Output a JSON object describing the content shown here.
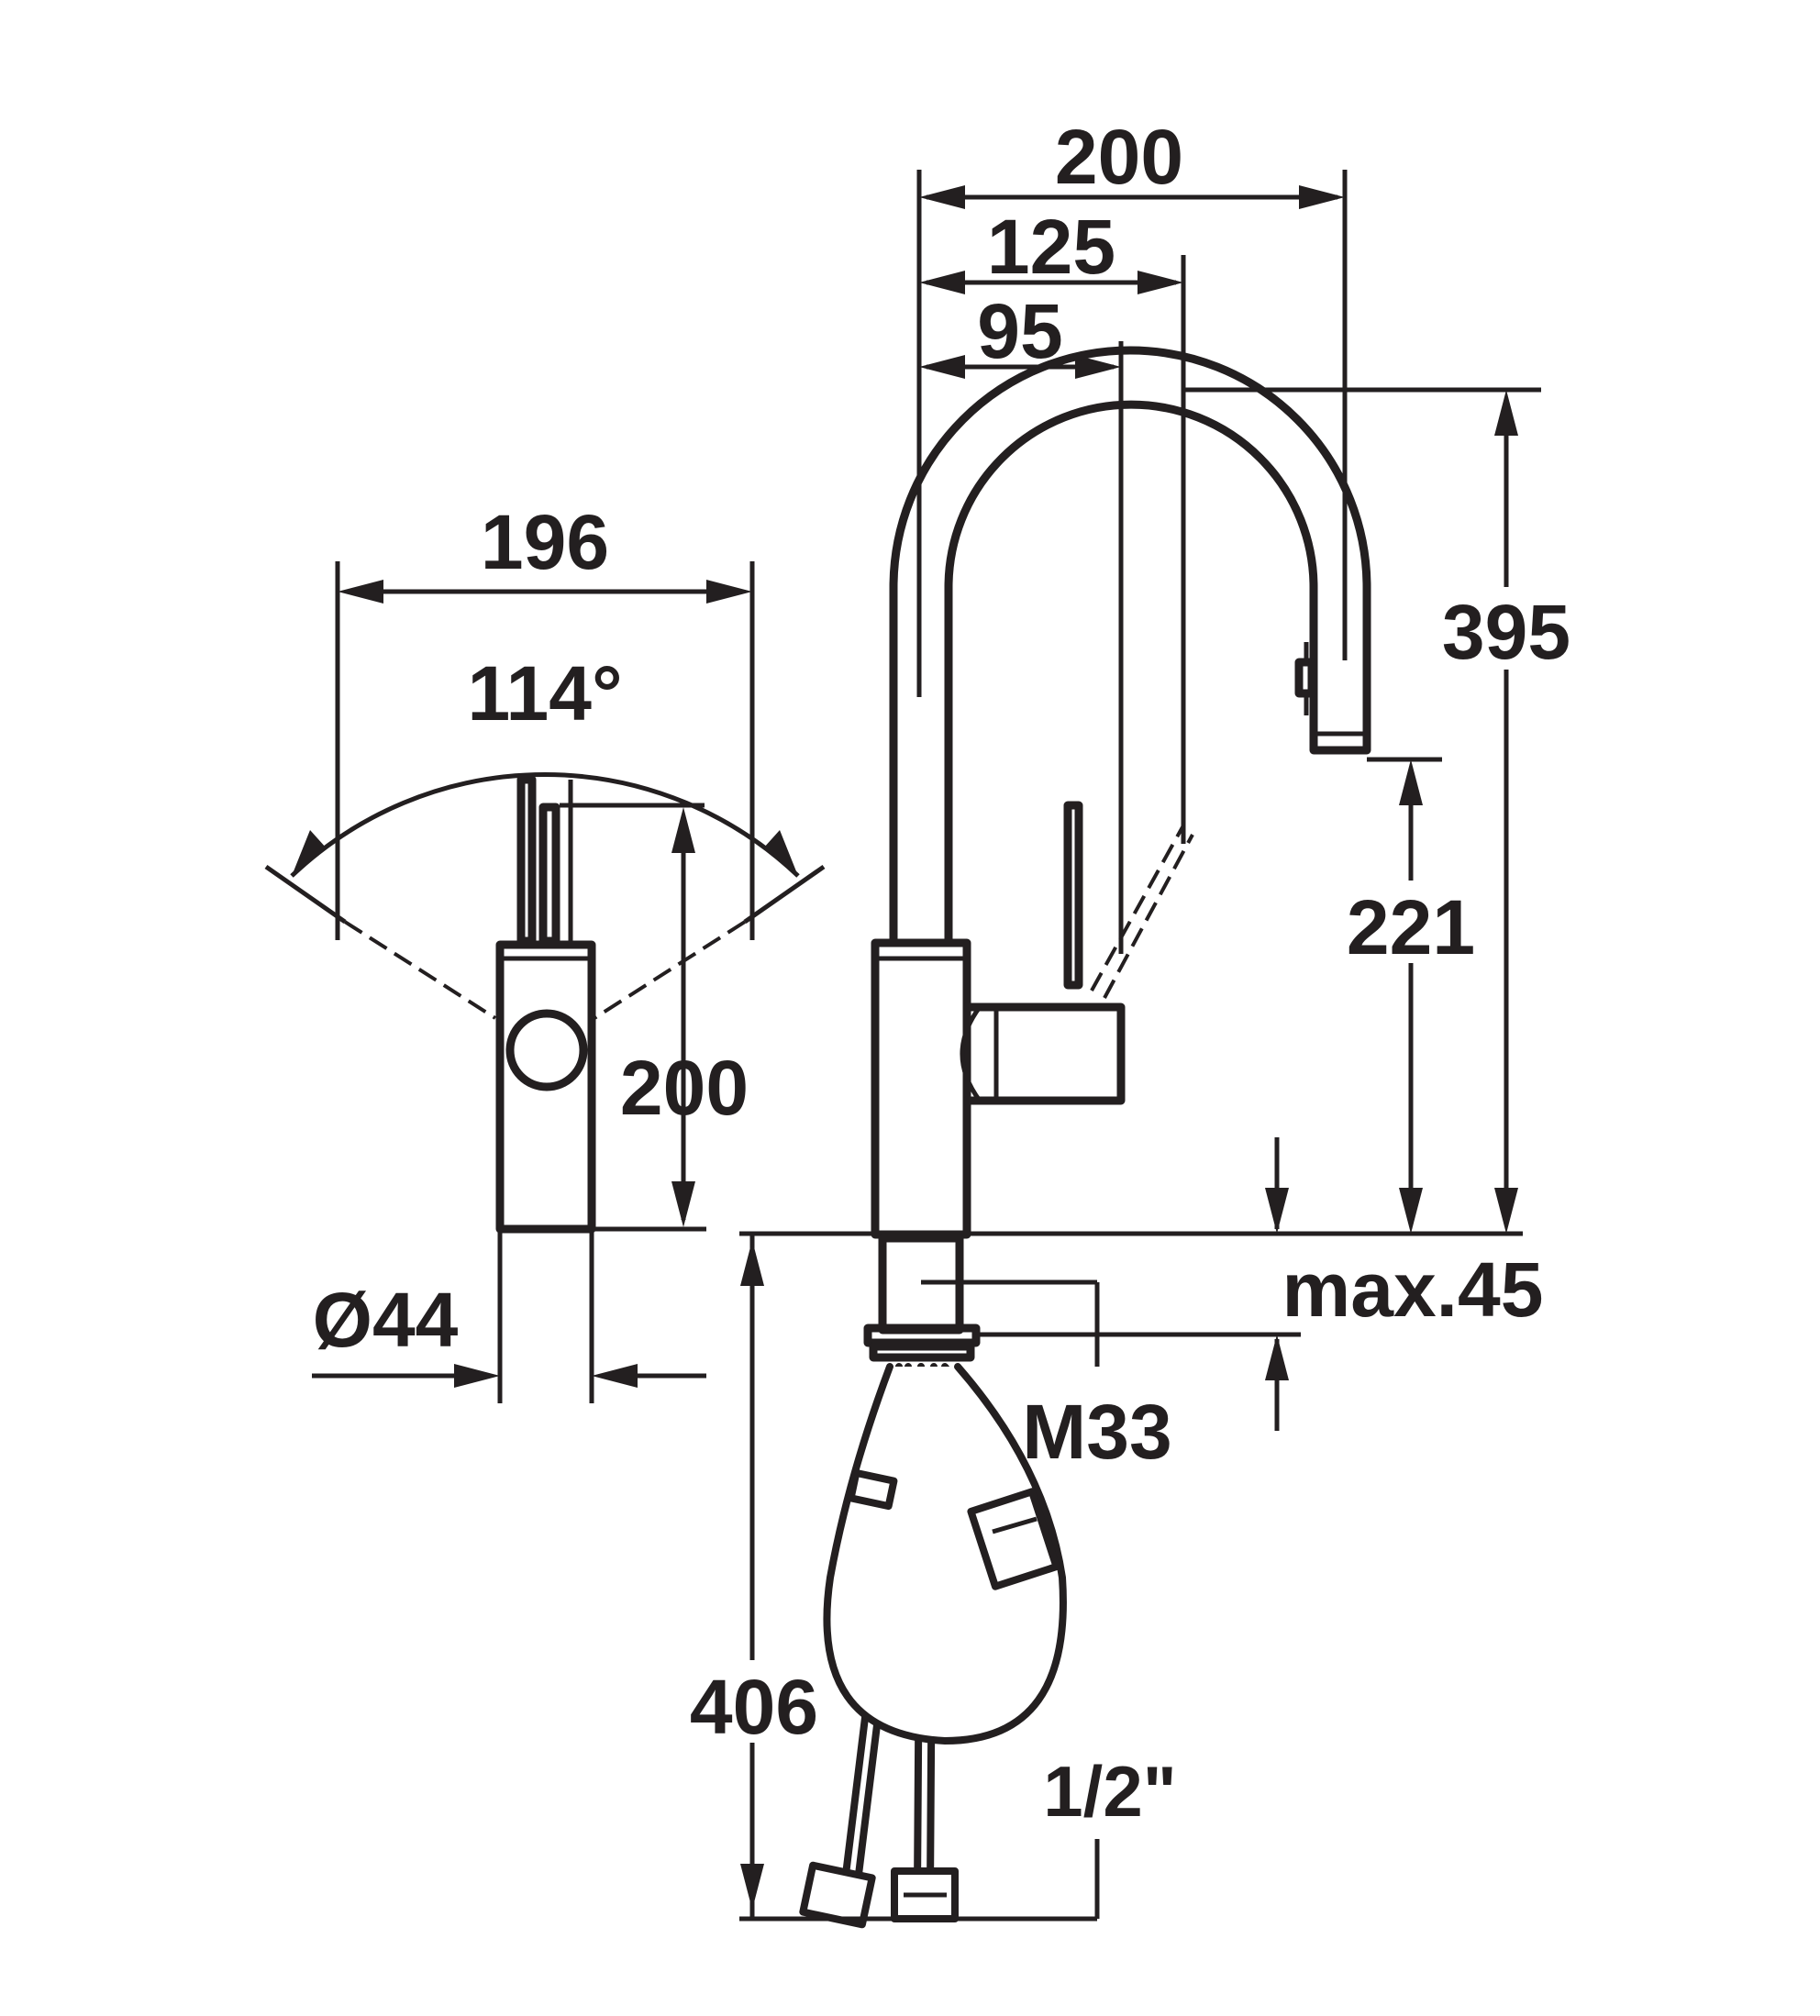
{
  "drawing": {
    "ink_color": "#231f20",
    "background_color": "#ffffff",
    "side_view": {
      "dims": {
        "width_200": "200",
        "spout_reach_125": "125",
        "lever_reach_95": "95",
        "height_395": "395",
        "outlet_height_221": "221",
        "deck_thickness": "max.45",
        "thread": "M33",
        "below_deck_406": "406",
        "connection": "1/2\""
      }
    },
    "top_view": {
      "dims": {
        "width_196": "196",
        "swivel_angle": "114°",
        "lever_height_200": "200",
        "diameter": "Ø44"
      }
    }
  }
}
